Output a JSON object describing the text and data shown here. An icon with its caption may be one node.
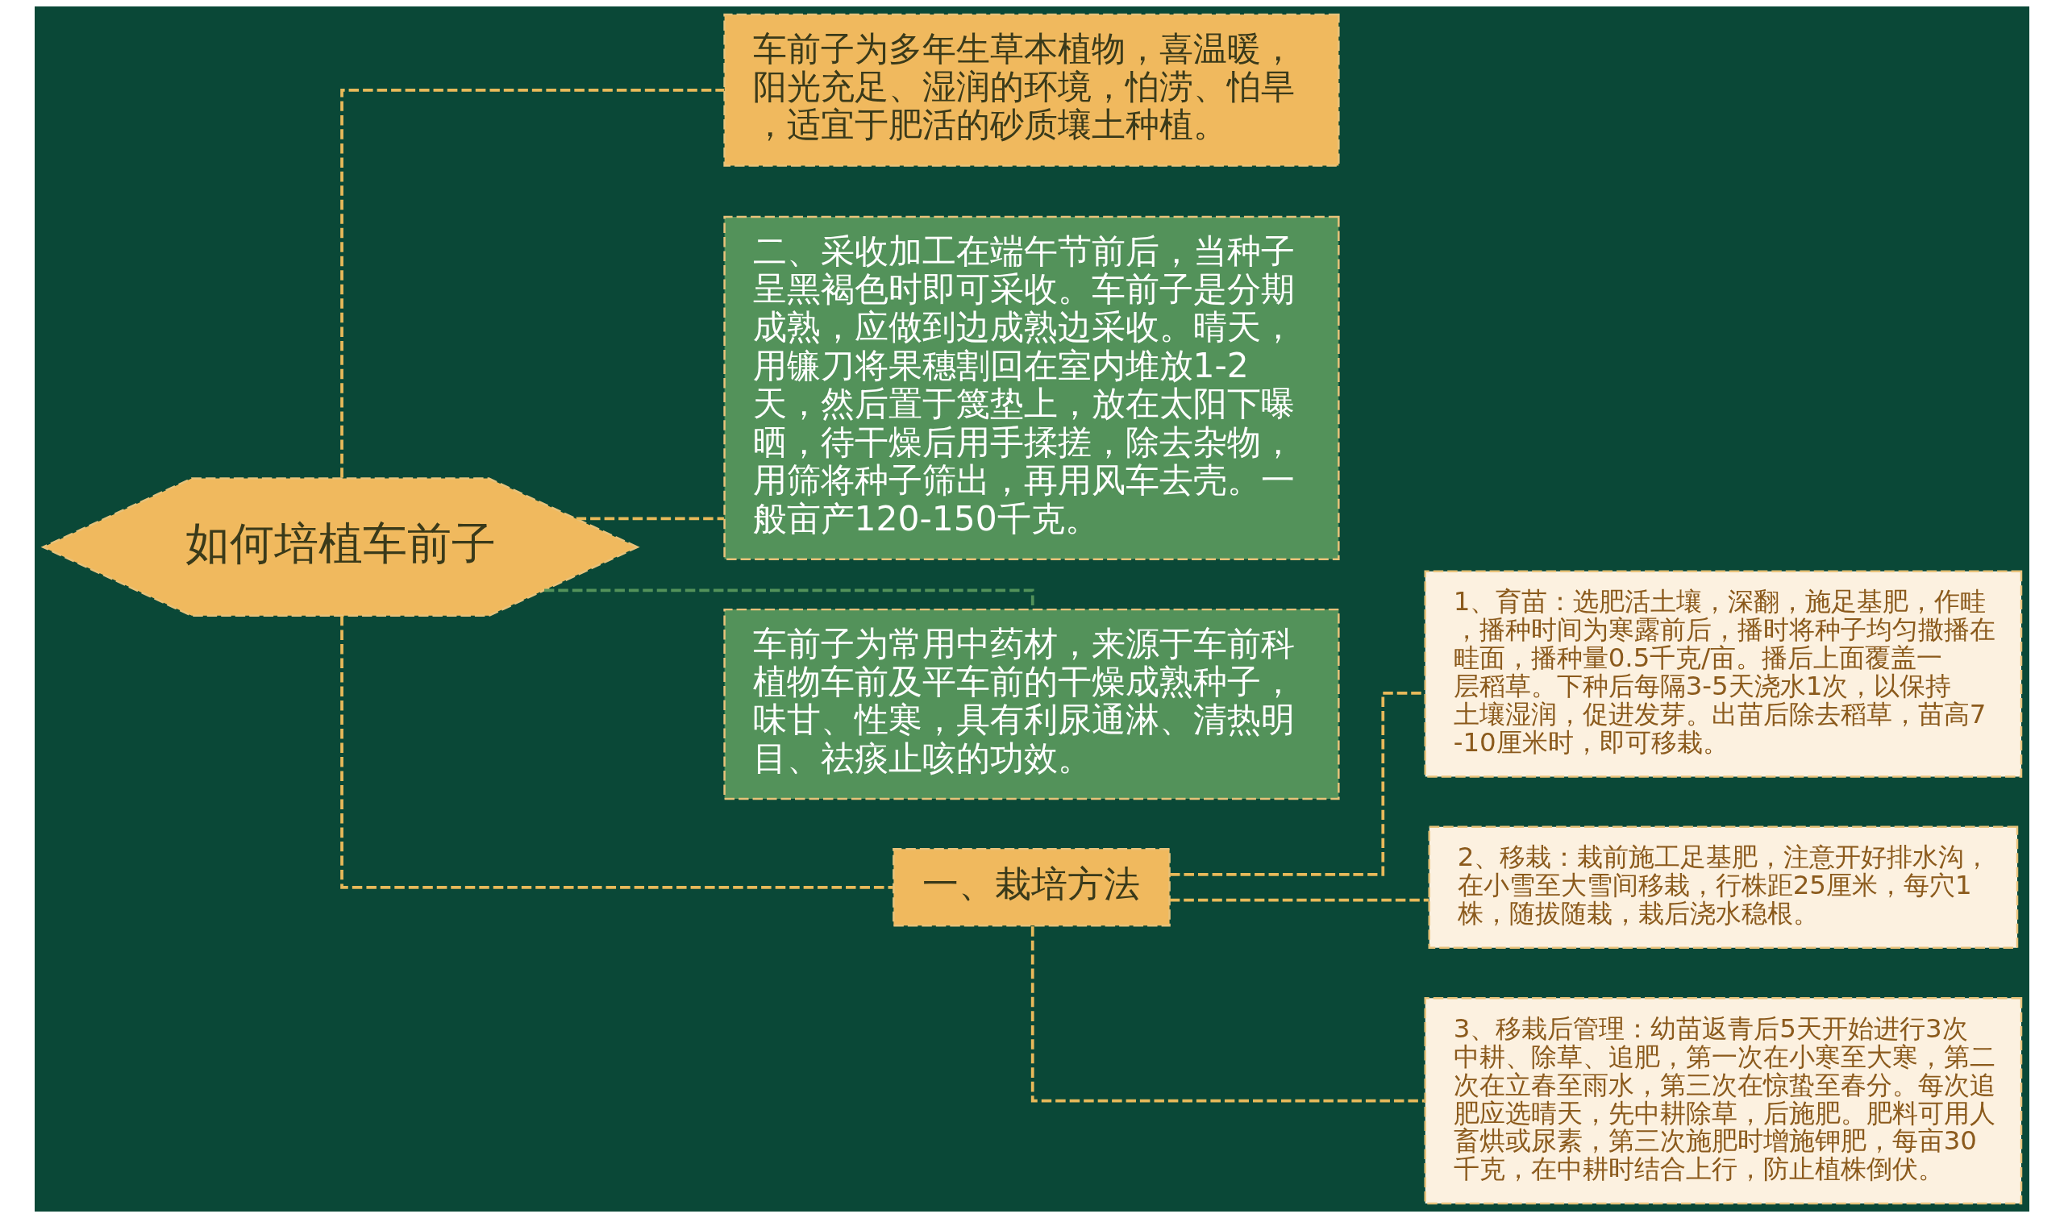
{
  "diagram": {
    "nodes": [
      {
        "text": [
          "如何培植车前子"
        ]
      },
      {
        "text": [
          "车前子为多年生草本植物，喜温暖，阳光充足、湿润的环境，怕涝、怕旱，适宜于肥活的砂质壤土种植。"
        ]
      },
      {
        "text": [
          "二、采收加工在端午节前后，当种子呈黑褐色时即可采收。车前子是分期成熟，应做到边成熟边采收。晴天，用镰刀将果穗割回在室内堆放1-2天，然后置于篾垫上，放在太阳下曝晒，待干燥后用手揉搓，除去杂物，用筛将种子筛出，再用风车去壳。一般亩产120-150千克。"
        ]
      },
      {
        "text": [
          "车前子为常用中药材，来源于车前科植物车前及平车前的干燥成熟种子，味甘、性寒，具有利尿通淋、清热明目、祛痰止咳的功效。"
        ]
      },
      {
        "text": [
          "一、栽培方法"
        ]
      },
      {
        "text": [
          "1、育苗：选肥活土壤，深翻，施足基肥，作畦，播种时间为寒露前后，播时将种子均匀撒播在畦面，播种量0.5千克/亩。播后上面覆盖一层稻草。下种后每隔3-5天浇水1次，以保持土壤湿润，促进发芽。出苗后除去稻草，苗高7-10厘米时，即可移栽。"
        ]
      },
      {
        "text": [
          "2、移栽：栽前施工足基肥，注意开好排水沟，在小雪至大雪间移栽，行株距25厘米，每穴1株，随拔随栽，栽后浇水稳根。"
        ]
      },
      {
        "text": [
          "3、移栽后管理：幼苗返青后5天开始进行3次中耕、除草、追肥，第一次在小寒至大寒，第二次在立春至雨水，第三次在惊蛰至春分。每次追肥应选晴天，先中耕除草，后施肥。肥料可用人畜烘或尿素，第三次施肥时增施钾肥，每亩30千克，在中耕时结合上行，防止植株倒伏。"
        ]
      }
    ],
    "edges": [
      {
        "from": 0,
        "to": 1,
        "arrow": "none",
        "style": "dashed"
      },
      {
        "from": 0,
        "to": 2,
        "arrow": "none",
        "style": "dashed"
      },
      {
        "from": 0,
        "to": 3,
        "arrow": "none",
        "style": "dashed",
        "color": "#53925a"
      },
      {
        "from": 0,
        "to": 4,
        "arrow": "none",
        "style": "dashed"
      },
      {
        "from": 4,
        "to": 5,
        "arrow": "none",
        "style": "dashed"
      },
      {
        "from": 4,
        "to": 6,
        "arrow": "none",
        "style": "dashed"
      },
      {
        "from": 4,
        "to": 7,
        "arrow": "none",
        "style": "dashed"
      }
    ]
  }
}
